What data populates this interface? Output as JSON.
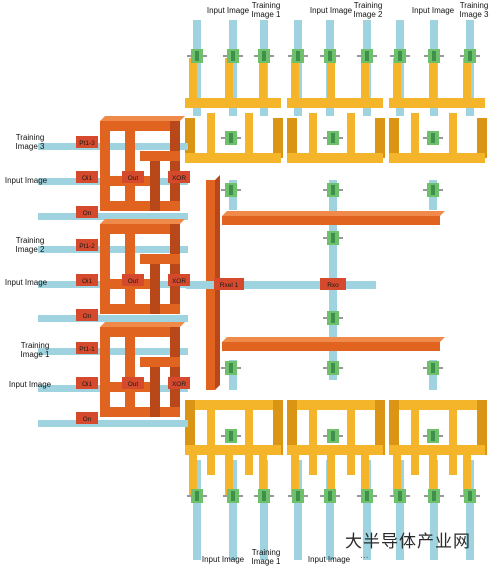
{
  "labels": {
    "top": [
      {
        "id": "top-in-1",
        "text": "Input Image"
      },
      {
        "id": "top-tr-1",
        "text": "Training\nImage 1"
      },
      {
        "id": "top-in-2",
        "text": "Input Image"
      },
      {
        "id": "top-tr-2",
        "text": "Training\nImage 2"
      },
      {
        "id": "top-in-3",
        "text": "Input Image"
      },
      {
        "id": "top-tr-3",
        "text": "Training\nImage 3"
      }
    ],
    "left": [
      {
        "id": "left-tr-3",
        "text": "Training\nImage 3"
      },
      {
        "id": "left-in-1",
        "text": "Input Image"
      },
      {
        "id": "left-tr-2",
        "text": "Training\nImage 2"
      },
      {
        "id": "left-in-2",
        "text": "Input Image"
      },
      {
        "id": "left-tr-1",
        "text": "Training\nImage 1"
      },
      {
        "id": "left-in-3",
        "text": "Input Image"
      }
    ],
    "bottom": [
      {
        "id": "bot-in-1",
        "text": "Input Image"
      },
      {
        "id": "bot-tr-1",
        "text": "Training\nImage 1"
      },
      {
        "id": "bot-in-2",
        "text": "Input Image"
      }
    ]
  },
  "orange_blocks": [
    {
      "pt": "Pt1-3",
      "oi": "Oi1",
      "out": "Out",
      "xor": "XOR",
      "on": "On"
    },
    {
      "pt": "Pt1-2",
      "oi": "Oi1",
      "out": "Out",
      "xor": "XOR",
      "on": "On"
    },
    {
      "pt": "Pt1-1",
      "oi": "Oi1",
      "out": "Out",
      "xor": "XOR",
      "on": "On"
    }
  ],
  "center": {
    "rxel": "Rxel 1",
    "rxo": "Rxo"
  },
  "watermark": {
    "cn": "大半导体产业网",
    "sub": "..."
  },
  "colors": {
    "orange": "#e0641f",
    "orange_dark": "#b8471a",
    "yellow": "#f5b52a",
    "yellow_dark": "#d99513",
    "blue": "#9fd3df",
    "green": "#6fc06a",
    "green_dark": "#3f8f4d",
    "red_tag": "#d54a2c"
  }
}
